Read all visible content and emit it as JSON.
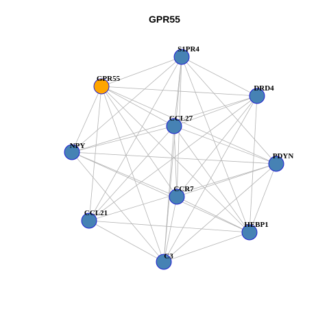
{
  "title": "GPR55",
  "colors": {
    "node_default": "#4682b4",
    "node_highlight": "#ffa500",
    "node_border": "#1f1fd0",
    "edge": "#b3b3b3"
  },
  "nodes": [
    {
      "id": "S1PR4",
      "highlight": false
    },
    {
      "id": "GPR55",
      "highlight": true
    },
    {
      "id": "DRD4",
      "highlight": false
    },
    {
      "id": "CCL27",
      "highlight": false
    },
    {
      "id": "NPY",
      "highlight": false
    },
    {
      "id": "PDYN",
      "highlight": false
    },
    {
      "id": "CCR7",
      "highlight": false
    },
    {
      "id": "CCL21",
      "highlight": false
    },
    {
      "id": "HEBP1",
      "highlight": false
    },
    {
      "id": "C3",
      "highlight": false
    }
  ],
  "edges": [
    [
      "S1PR4",
      "GPR55"
    ],
    [
      "S1PR4",
      "DRD4"
    ],
    [
      "S1PR4",
      "CCL27"
    ],
    [
      "S1PR4",
      "NPY"
    ],
    [
      "S1PR4",
      "PDYN"
    ],
    [
      "S1PR4",
      "CCR7"
    ],
    [
      "S1PR4",
      "CCL21"
    ],
    [
      "S1PR4",
      "HEBP1"
    ],
    [
      "S1PR4",
      "C3"
    ],
    [
      "GPR55",
      "DRD4"
    ],
    [
      "GPR55",
      "CCL27"
    ],
    [
      "GPR55",
      "NPY"
    ],
    [
      "GPR55",
      "PDYN"
    ],
    [
      "GPR55",
      "CCR7"
    ],
    [
      "GPR55",
      "CCL21"
    ],
    [
      "GPR55",
      "HEBP1"
    ],
    [
      "GPR55",
      "C3"
    ],
    [
      "DRD4",
      "CCL27"
    ],
    [
      "DRD4",
      "NPY"
    ],
    [
      "DRD4",
      "CCR7"
    ],
    [
      "DRD4",
      "CCL21"
    ],
    [
      "DRD4",
      "HEBP1"
    ],
    [
      "DRD4",
      "C3"
    ],
    [
      "CCL27",
      "NPY"
    ],
    [
      "CCL27",
      "PDYN"
    ],
    [
      "CCL27",
      "CCR7"
    ],
    [
      "CCL27",
      "CCL21"
    ],
    [
      "CCL27",
      "HEBP1"
    ],
    [
      "CCL27",
      "C3"
    ],
    [
      "NPY",
      "PDYN"
    ],
    [
      "NPY",
      "CCR7"
    ],
    [
      "NPY",
      "HEBP1"
    ],
    [
      "NPY",
      "C3"
    ],
    [
      "PDYN",
      "CCR7"
    ],
    [
      "PDYN",
      "CCL21"
    ],
    [
      "PDYN",
      "HEBP1"
    ],
    [
      "PDYN",
      "C3"
    ],
    [
      "CCR7",
      "HEBP1"
    ],
    [
      "CCR7",
      "C3"
    ],
    [
      "CCL21",
      "HEBP1"
    ],
    [
      "CCL21",
      "C3"
    ],
    [
      "HEBP1",
      "C3"
    ]
  ]
}
